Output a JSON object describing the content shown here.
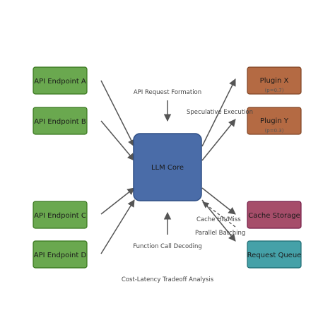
{
  "nodes": {
    "api_a": {
      "label": "API Endpoint A",
      "fill": "#6aa84f",
      "stroke": "#38761d"
    },
    "api_b": {
      "label": "API Endpoint B",
      "fill": "#6aa84f",
      "stroke": "#38761d"
    },
    "api_c": {
      "label": "API Endpoint C",
      "fill": "#6aa84f",
      "stroke": "#38761d"
    },
    "api_d": {
      "label": "API Endpoint D",
      "fill": "#6aa84f",
      "stroke": "#38761d"
    },
    "core": {
      "label": "LLM Core",
      "fill": "#4a6ca8",
      "stroke": "#2f4f86"
    },
    "plugin_x": {
      "label": "Plugin X",
      "sub": "(p=0.7)",
      "fill": "#b46a43",
      "stroke": "#7f4424"
    },
    "plugin_y": {
      "label": "Plugin Y",
      "sub": "(p=0.3)",
      "fill": "#b46a43",
      "stroke": "#7f4424"
    },
    "cache": {
      "label": "Cache Storage",
      "fill": "#a64d6a",
      "stroke": "#741b47"
    },
    "queue": {
      "label": "Request Queue",
      "fill": "#45a1a8",
      "stroke": "#1f6b72"
    }
  },
  "edge_labels": {
    "request_formation": "API Request Formation",
    "speculative": "Speculative Execution",
    "cache_hit_miss": "Cache Hit/Miss",
    "parallel_batching": "Parallel Batching",
    "function_call": "Function Call Decoding"
  },
  "caption": "Cost-Latency Tradeoff Analysis"
}
